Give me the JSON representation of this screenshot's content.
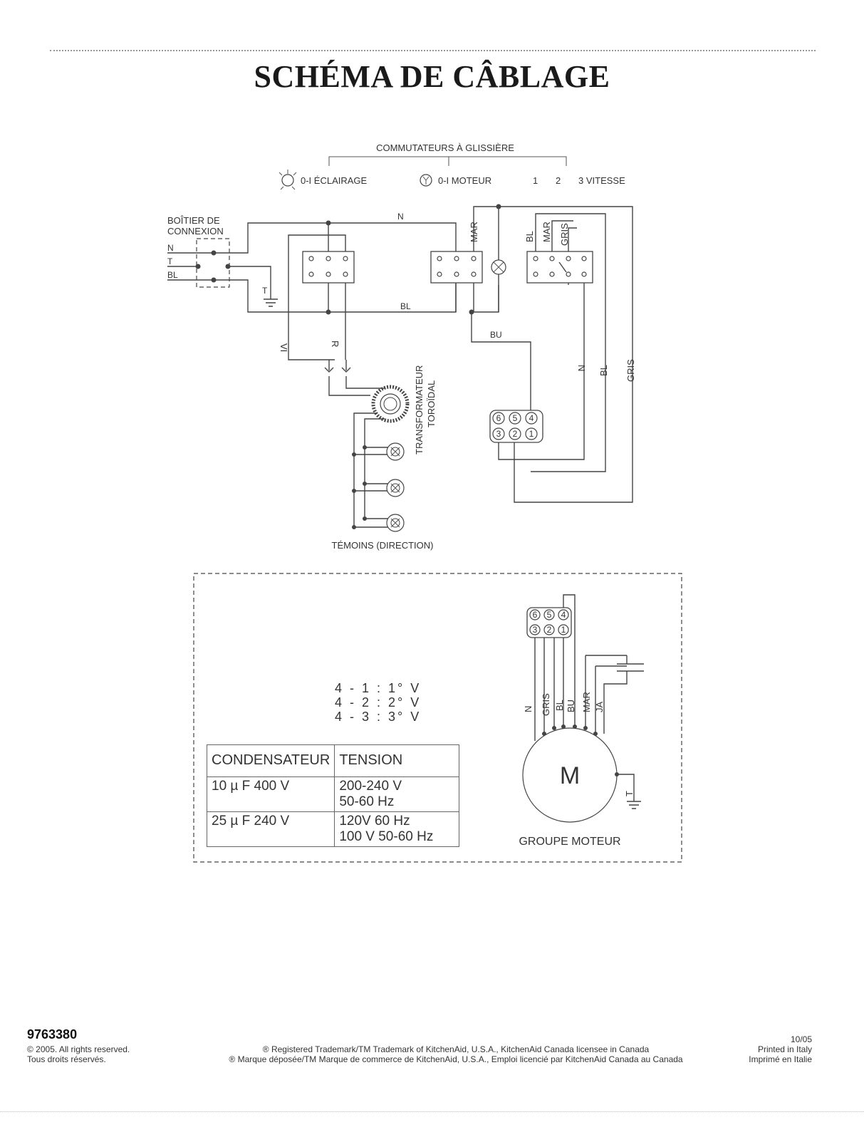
{
  "title": "SCHÉMA DE CÂBLAGE",
  "switches": {
    "header": "COMMUTATEURS À GLISSIÈRE",
    "light": "0-I ÉCLAIRAGE",
    "motor": "0-I MOTEUR",
    "speed1": "1",
    "speed2": "2",
    "speed3": "3 VITESSE"
  },
  "junction_box": {
    "line1": "BOÎTIER DE",
    "line2": "CONNEXION",
    "n": "N",
    "t": "T",
    "bl": "BL",
    "ground": "T"
  },
  "wires": {
    "n_top": "N",
    "bl_mid": "BL",
    "bu": "BU",
    "mar": "MAR",
    "bl_sw": "BL",
    "mar_sw": "MAR",
    "gris_sw": "GRIS",
    "vi": "VI",
    "r": "R",
    "n_right": "N",
    "bl_right": "BL",
    "gris_right": "GRIS"
  },
  "transformer": {
    "line1": "TRANSFORMATEUR",
    "line2": "TOROÏDAL"
  },
  "connector_pins": {
    "top": [
      "6",
      "5",
      "4"
    ],
    "bottom": [
      "3",
      "2",
      "1"
    ]
  },
  "indicators_label": "TÉMOINS (DIRECTION)",
  "speeds": [
    "4 - 1 : 1° V",
    "4 - 2 : 2° V",
    "4 - 3 : 3° V"
  ],
  "cap_table": {
    "headers": [
      "CONDENSATEUR",
      "TENSION"
    ],
    "rows": [
      {
        "cap": "10 µ F 400 V",
        "v1": "200-240 V",
        "v2": "50-60 Hz"
      },
      {
        "cap": "25 µ F 240 V",
        "v1": "120V 60 Hz",
        "v2": "100 V 50-60 Hz"
      }
    ]
  },
  "motor": {
    "letter": "M",
    "label": "GROUPE MOTEUR",
    "ground": "T",
    "wires": [
      "N",
      "GRIS",
      "BL",
      "BU",
      "MAR",
      "JA"
    ]
  },
  "footer": {
    "code": "9763380",
    "copyright_en": "© 2005. All rights reserved.",
    "copyright_fr": "Tous droits réservés.",
    "trademark_en": "® Registered Trademark/TM Trademark of KitchenAid, U.S.A., KitchenAid Canada licensee in Canada",
    "trademark_fr": "® Marque déposée/TM Marque de commerce de KitchenAid, U.S.A., Emploi licencié par KitchenAid Canada au Canada",
    "date": "10/05",
    "printed_en": "Printed in Italy",
    "printed_fr": "Imprimé en Italie"
  }
}
